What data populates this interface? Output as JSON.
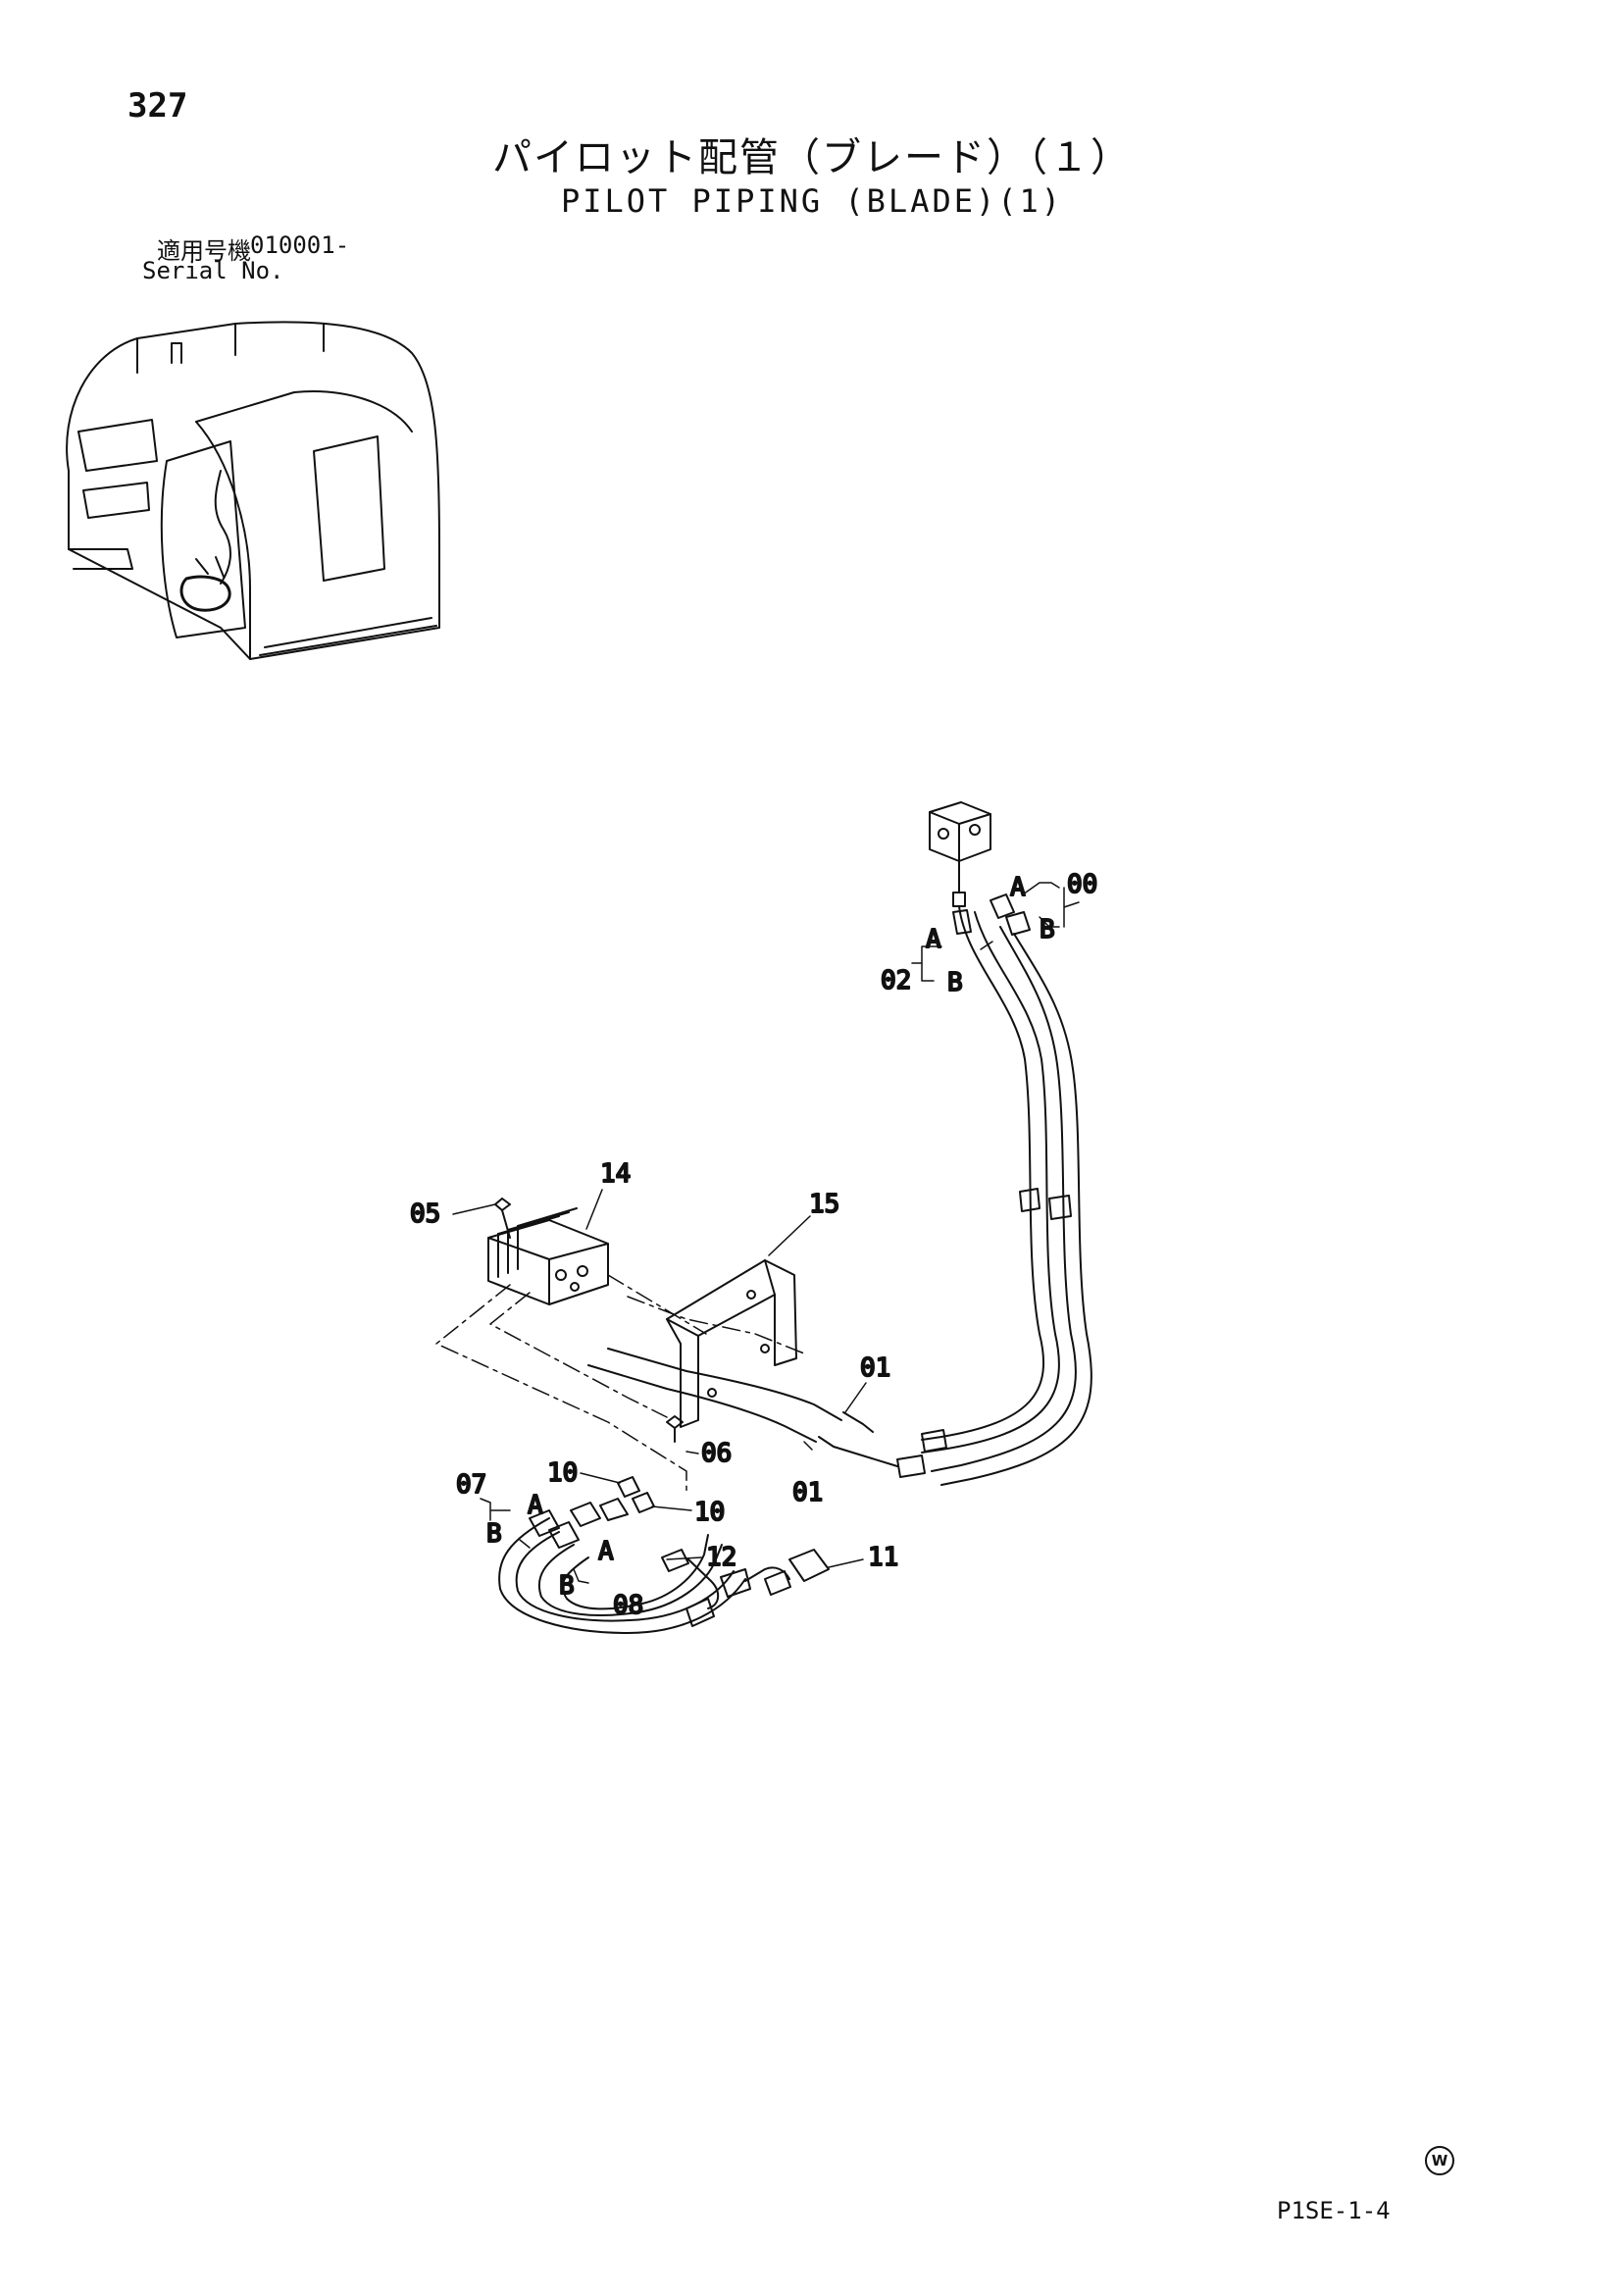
{
  "header": {
    "page_number": "327",
    "title_jp": "パイロット配管（ブレード）（１）",
    "title_en": "PILOT PIPING (BLADE)(1)",
    "serial_label_jp": "適用号機",
    "serial_number": "010001-",
    "serial_label_en": "Serial No."
  },
  "callouts": {
    "c00": "00",
    "c02": "02",
    "a_top1": "A",
    "b_top1": "B",
    "a_top2": "A",
    "b_top2": "B",
    "c14": "14",
    "c05": "05",
    "c15": "15",
    "c01_upper": "01",
    "c01_lower": "01",
    "c06": "06",
    "c07": "07",
    "c10_upper": "10",
    "c10_lower": "10",
    "a_low1": "A",
    "b_low1": "B",
    "a_low2": "A",
    "b_low2": "B",
    "c08": "08",
    "c12": "12",
    "c11": "11"
  },
  "footer": {
    "code": "P1SE-1-4",
    "mark": "W"
  }
}
